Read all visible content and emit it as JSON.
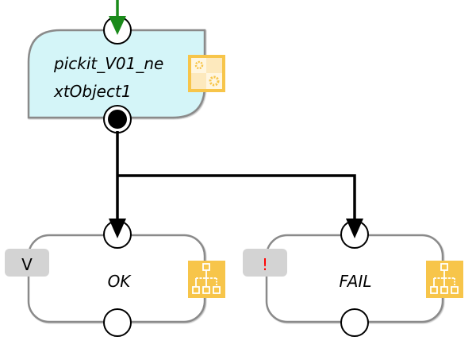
{
  "diagram": {
    "colors": {
      "node_active_fill": "#d4f5f8",
      "node_fill": "#ffffff",
      "node_border": "#8a8a8a",
      "icon_yellow": "#f7c54a",
      "badge_grey": "#d3d3d3",
      "input_arrow": "#1a8a1a",
      "connector": "#000000",
      "fail_mark": "#ff0000"
    },
    "nodes": [
      {
        "id": "start",
        "label_line1": "pickit_V01_ne",
        "label_line2": "xtObject1",
        "icon": "gears-icon"
      },
      {
        "id": "ok",
        "label": "OK",
        "badge": "V",
        "icon": "hierarchy-icon"
      },
      {
        "id": "fail",
        "label": "FAIL",
        "badge": "!",
        "icon": "hierarchy-icon"
      }
    ],
    "edges": [
      {
        "from": "start",
        "to": "ok"
      },
      {
        "from": "start",
        "to": "fail"
      }
    ]
  }
}
